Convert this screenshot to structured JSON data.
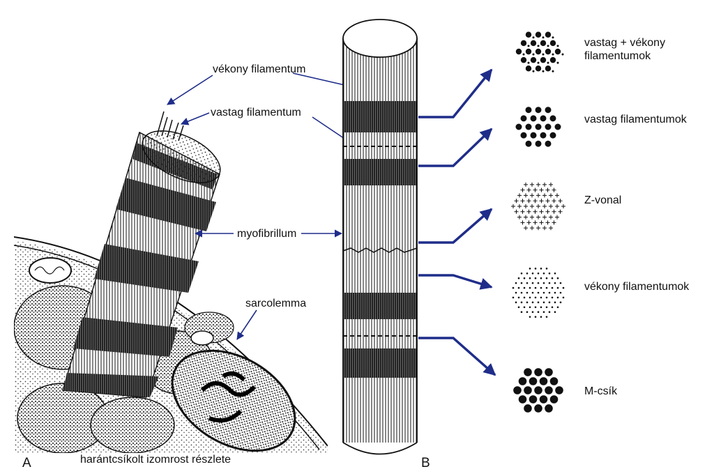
{
  "panel_a": {
    "letter": "A",
    "caption": "harántcsíkolt izomrost részlete",
    "labels": {
      "thin_filament": "vékony filamentum",
      "thick_filament": "vastag filamentum",
      "myofibril": "myofibrillum",
      "sarcolemma": "sarcolemma"
    }
  },
  "panel_b": {
    "letter": "B",
    "cross_sections": [
      {
        "label": "vastag + vékony filamentumok",
        "pattern": "thick-and-thin"
      },
      {
        "label": "vastag filamentumok",
        "pattern": "thick"
      },
      {
        "label": "Z-vonal",
        "pattern": "z-line"
      },
      {
        "label": "vékony filamentumok",
        "pattern": "thin"
      },
      {
        "label": "M-csík",
        "pattern": "m-band"
      }
    ]
  },
  "colors": {
    "arrow": "#1f2d8a",
    "ink": "#111111"
  }
}
